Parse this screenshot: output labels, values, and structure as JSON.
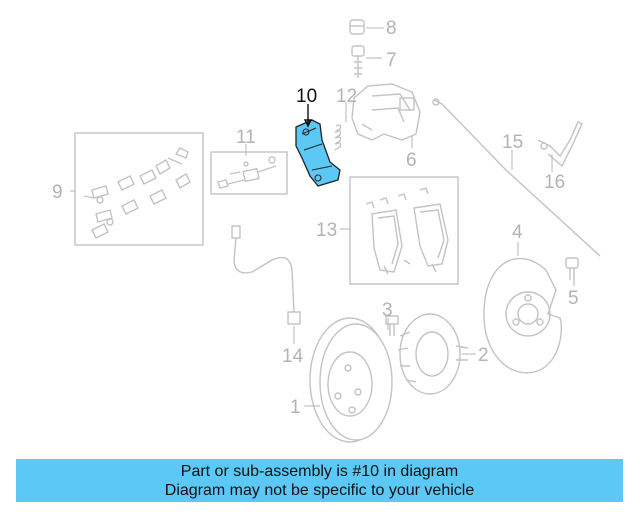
{
  "callouts": [
    {
      "id": "1",
      "label": "1"
    },
    {
      "id": "2",
      "label": "2"
    },
    {
      "id": "3",
      "label": "3"
    },
    {
      "id": "4",
      "label": "4"
    },
    {
      "id": "5",
      "label": "5"
    },
    {
      "id": "6",
      "label": "6"
    },
    {
      "id": "7",
      "label": "7"
    },
    {
      "id": "8",
      "label": "8"
    },
    {
      "id": "9",
      "label": "9"
    },
    {
      "id": "10",
      "label": "10"
    },
    {
      "id": "11",
      "label": "11"
    },
    {
      "id": "12",
      "label": "12"
    },
    {
      "id": "13",
      "label": "13"
    },
    {
      "id": "14",
      "label": "14"
    },
    {
      "id": "15",
      "label": "15"
    },
    {
      "id": "16",
      "label": "16"
    }
  ],
  "highlighted_part": "10",
  "colors": {
    "highlight": "#5bc8f5",
    "banner_background": "#5bc8f5",
    "line_art": "#c3c3c3"
  },
  "banner": {
    "line1": "Part or sub-assembly is #10 in diagram",
    "line2": "Diagram may not be specific to your vehicle"
  }
}
